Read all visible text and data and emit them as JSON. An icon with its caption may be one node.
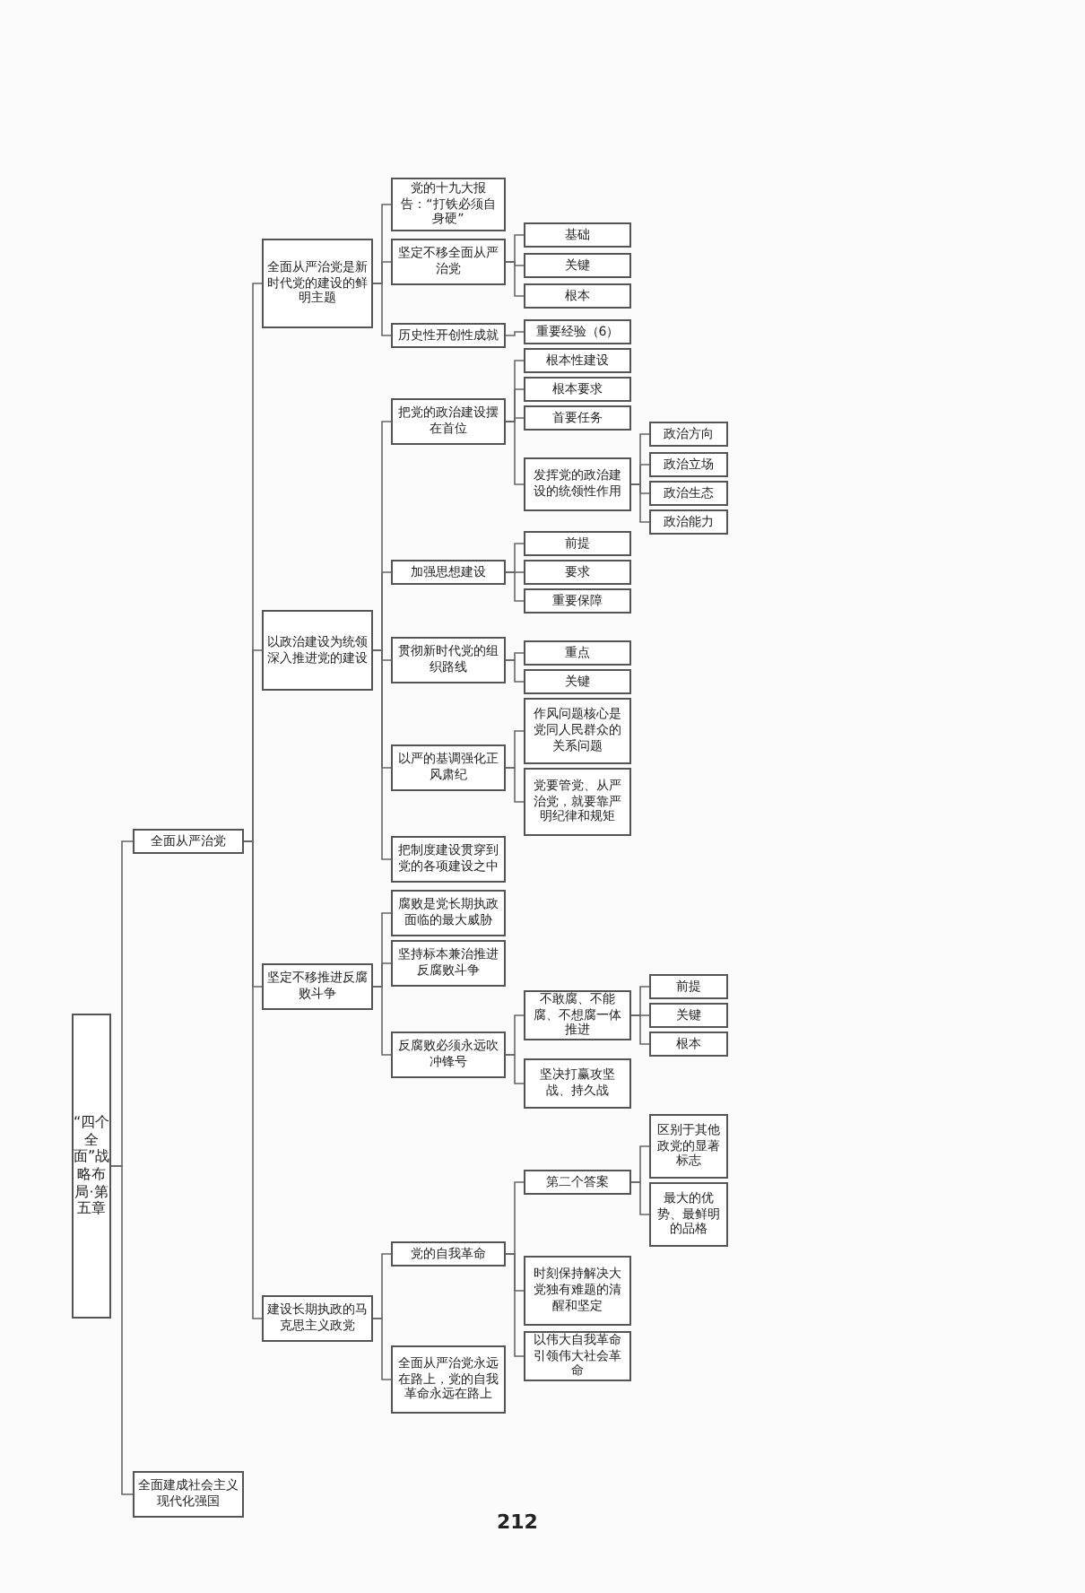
{
  "diagram": {
    "nodes": [
      {
        "text": [
          "“四个全面”战略布局·第五章"
        ]
      },
      {
        "text": [
          "全面从严治党"
        ]
      },
      {
        "text": [
          "全面从严治党是新时代党的建设的鲜明主题"
        ]
      },
      {
        "text": [
          "党的十九大报告：“打铁必须自身硬”"
        ]
      },
      {
        "text": [
          "坚定不移全面从严治党"
        ]
      },
      {
        "text": [
          "基础"
        ]
      },
      {
        "text": [
          "关键"
        ]
      },
      {
        "text": [
          "根本"
        ]
      },
      {
        "text": [
          "历史性开创性成就"
        ]
      },
      {
        "text": [
          "重要经验（6）"
        ]
      },
      {
        "text": [
          "以政治建设为统领深入推进党的建设"
        ]
      },
      {
        "text": [
          "把党的政治建设摆在首位"
        ]
      },
      {
        "text": [
          "根本性建设"
        ]
      },
      {
        "text": [
          "根本要求"
        ]
      },
      {
        "text": [
          "首要任务"
        ]
      },
      {
        "text": [
          "发挥党的政治建设的统领性作用"
        ]
      },
      {
        "text": [
          "政治方向"
        ]
      },
      {
        "text": [
          "政治立场"
        ]
      },
      {
        "text": [
          "政治生态"
        ]
      },
      {
        "text": [
          "政治能力"
        ]
      },
      {
        "text": [
          "加强思想建设"
        ]
      },
      {
        "text": [
          "前提"
        ]
      },
      {
        "text": [
          "要求"
        ]
      },
      {
        "text": [
          "重要保障"
        ]
      },
      {
        "text": [
          "贯彻新时代党的组织路线"
        ]
      },
      {
        "text": [
          "重点"
        ]
      },
      {
        "text": [
          "关键"
        ]
      },
      {
        "text": [
          "以严的基调强化正风肃纪"
        ]
      },
      {
        "text": [
          "作风问题核心是党同人民群众的关系问题"
        ]
      },
      {
        "text": [
          "党要管党、从严治党，就要靠严明纪律和规矩"
        ]
      },
      {
        "text": [
          "把制度建设贯穿到党的各项建设之中"
        ]
      },
      {
        "text": [
          "坚定不移推进反腐败斗争"
        ]
      },
      {
        "text": [
          "腐败是党长期执政面临的最大威胁"
        ]
      },
      {
        "text": [
          "坚持标本兼治推进反腐败斗争"
        ]
      },
      {
        "text": [
          "反腐败必须永远吹冲锋号"
        ]
      },
      {
        "text": [
          "不敢腐、不能腐、不想腐一体推进"
        ]
      },
      {
        "text": [
          "前提"
        ]
      },
      {
        "text": [
          "关键"
        ]
      },
      {
        "text": [
          "根本"
        ]
      },
      {
        "text": [
          "坚决打赢攻坚战、持久战"
        ]
      },
      {
        "text": [
          "建设长期执政的马克思主义政党"
        ]
      },
      {
        "text": [
          "党的自我革命"
        ]
      },
      {
        "text": [
          "第二个答案"
        ]
      },
      {
        "text": [
          "区别于其他政党的显著标志"
        ]
      },
      {
        "text": [
          "最大的优势、最鲜明的品格"
        ]
      },
      {
        "text": [
          "时刻保持解决大党独有难题的清醒和坚定"
        ]
      },
      {
        "text": [
          "以伟大自我革命引领伟大社会革命"
        ]
      },
      {
        "text": [
          "全面从严治党永远在路上，党的自我革命永远在路上"
        ]
      },
      {
        "text": [
          "全面建成社会主义现代化强国"
        ]
      }
    ],
    "edges": [
      {
        "from": 0,
        "to": 1,
        "arrow": "none"
      },
      {
        "from": 1,
        "to": 2,
        "arrow": "none"
      },
      {
        "from": 2,
        "to": 3,
        "arrow": "none"
      },
      {
        "from": 2,
        "to": 4,
        "arrow": "none"
      },
      {
        "from": 4,
        "to": 5,
        "arrow": "none"
      },
      {
        "from": 4,
        "to": 6,
        "arrow": "none"
      },
      {
        "from": 4,
        "to": 7,
        "arrow": "none"
      },
      {
        "from": 2,
        "to": 8,
        "arrow": "none"
      },
      {
        "from": 8,
        "to": 9,
        "arrow": "none"
      },
      {
        "from": 1,
        "to": 10,
        "arrow": "none"
      },
      {
        "from": 10,
        "to": 11,
        "arrow": "none"
      },
      {
        "from": 11,
        "to": 12,
        "arrow": "none"
      },
      {
        "from": 11,
        "to": 13,
        "arrow": "none"
      },
      {
        "from": 11,
        "to": 14,
        "arrow": "none"
      },
      {
        "from": 11,
        "to": 15,
        "arrow": "none"
      },
      {
        "from": 15,
        "to": 16,
        "arrow": "none"
      },
      {
        "from": 15,
        "to": 17,
        "arrow": "none"
      },
      {
        "from": 15,
        "to": 18,
        "arrow": "none"
      },
      {
        "from": 15,
        "to": 19,
        "arrow": "none"
      },
      {
        "from": 10,
        "to": 20,
        "arrow": "none"
      },
      {
        "from": 20,
        "to": 21,
        "arrow": "none"
      },
      {
        "from": 20,
        "to": 22,
        "arrow": "none"
      },
      {
        "from": 20,
        "to": 23,
        "arrow": "none"
      },
      {
        "from": 10,
        "to": 24,
        "arrow": "none"
      },
      {
        "from": 24,
        "to": 25,
        "arrow": "none"
      },
      {
        "from": 24,
        "to": 26,
        "arrow": "none"
      },
      {
        "from": 10,
        "to": 27,
        "arrow": "none"
      },
      {
        "from": 27,
        "to": 28,
        "arrow": "none"
      },
      {
        "from": 27,
        "to": 29,
        "arrow": "none"
      },
      {
        "from": 10,
        "to": 30,
        "arrow": "none"
      },
      {
        "from": 1,
        "to": 31,
        "arrow": "none"
      },
      {
        "from": 31,
        "to": 32,
        "arrow": "none"
      },
      {
        "from": 31,
        "to": 33,
        "arrow": "none"
      },
      {
        "from": 31,
        "to": 34,
        "arrow": "none"
      },
      {
        "from": 34,
        "to": 35,
        "arrow": "none"
      },
      {
        "from": 35,
        "to": 36,
        "arrow": "none"
      },
      {
        "from": 35,
        "to": 37,
        "arrow": "none"
      },
      {
        "from": 35,
        "to": 38,
        "arrow": "none"
      },
      {
        "from": 34,
        "to": 39,
        "arrow": "none"
      },
      {
        "from": 1,
        "to": 40,
        "arrow": "none"
      },
      {
        "from": 40,
        "to": 41,
        "arrow": "none"
      },
      {
        "from": 41,
        "to": 42,
        "arrow": "none"
      },
      {
        "from": 42,
        "to": 43,
        "arrow": "none"
      },
      {
        "from": 42,
        "to": 44,
        "arrow": "none"
      },
      {
        "from": 41,
        "to": 45,
        "arrow": "none"
      },
      {
        "from": 41,
        "to": 46,
        "arrow": "none"
      },
      {
        "from": 40,
        "to": 47,
        "arrow": "none"
      },
      {
        "from": 0,
        "to": 48,
        "arrow": "none"
      }
    ],
    "labels": [
      "212"
    ]
  }
}
